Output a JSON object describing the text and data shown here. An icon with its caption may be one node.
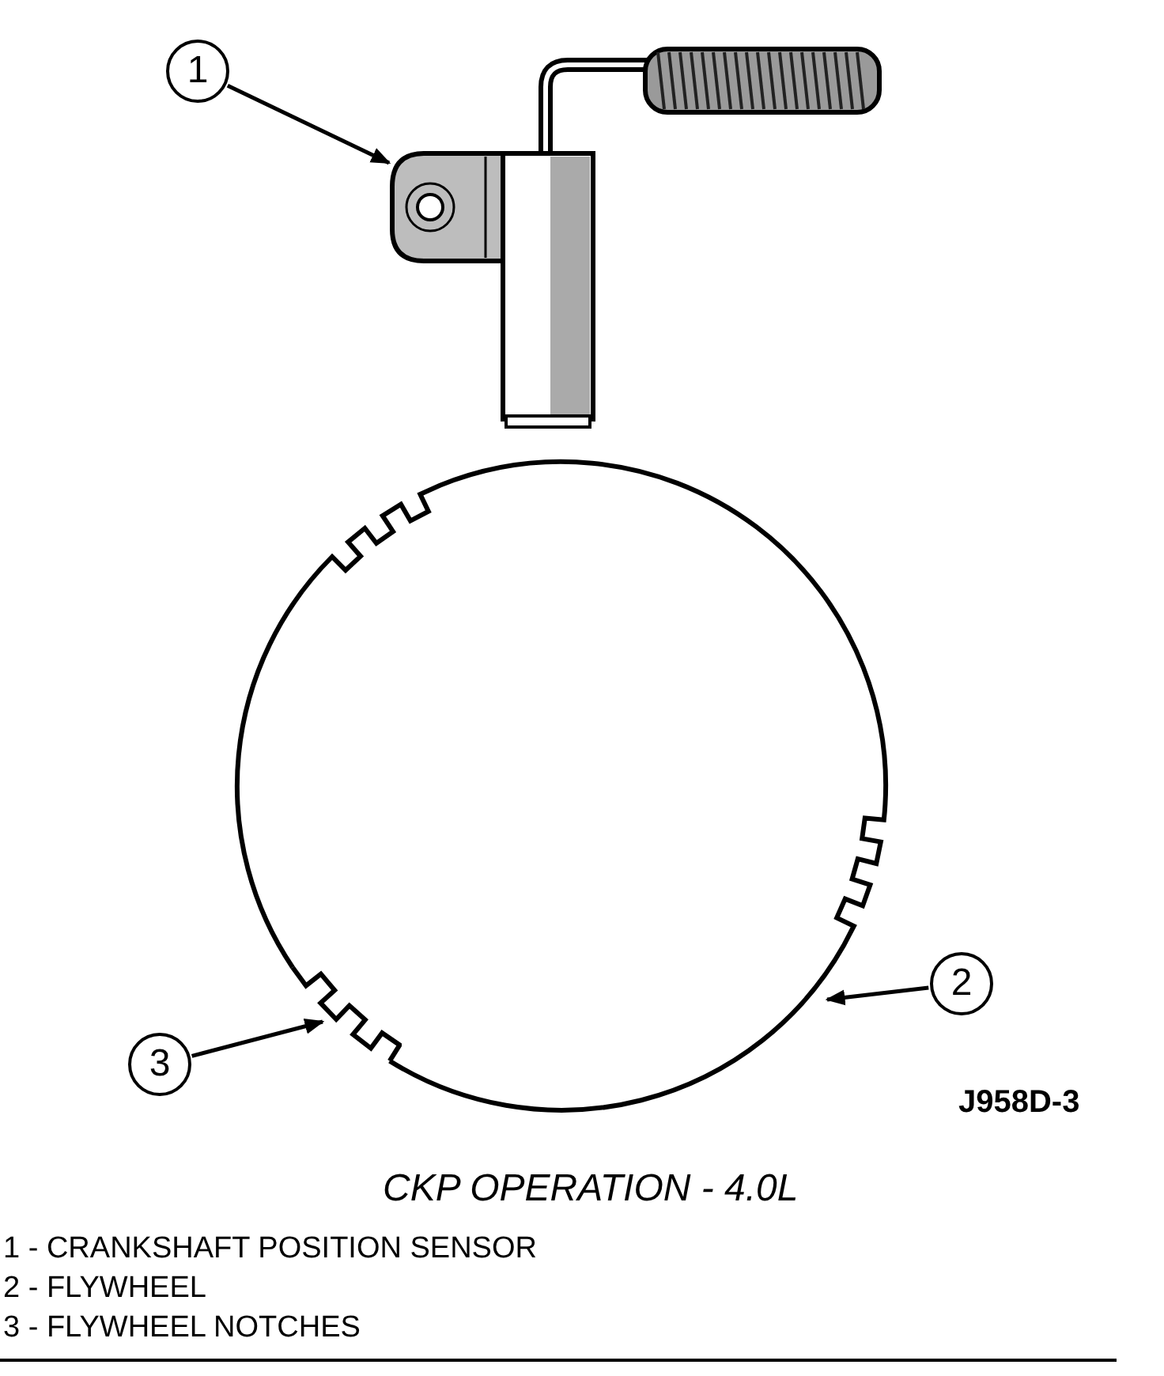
{
  "diagram": {
    "title": "CKP OPERATION - 4.0L",
    "nodes": [
      {
        "text": [
          "1"
        ]
      },
      {
        "text": [],
        "shape": "picture"
      },
      {
        "text": [
          "2"
        ]
      },
      {
        "text": [],
        "shape": "circle"
      },
      {
        "text": [
          "3"
        ]
      },
      {
        "text": [],
        "shape": "picture",
        "in": 3
      }
    ],
    "edges": [
      {
        "from": 0,
        "to": 1,
        "arrow": "to"
      },
      {
        "from": 2,
        "to": 3,
        "arrow": "to"
      },
      {
        "from": 4,
        "to": 5,
        "arrow": "to"
      }
    ],
    "labels": [
      "J958D-3",
      "1 - CRANKSHAFT POSITION SENSOR",
      "2 - FLYWHEEL",
      "3 - FLYWHEEL NOTCHES"
    ]
  }
}
